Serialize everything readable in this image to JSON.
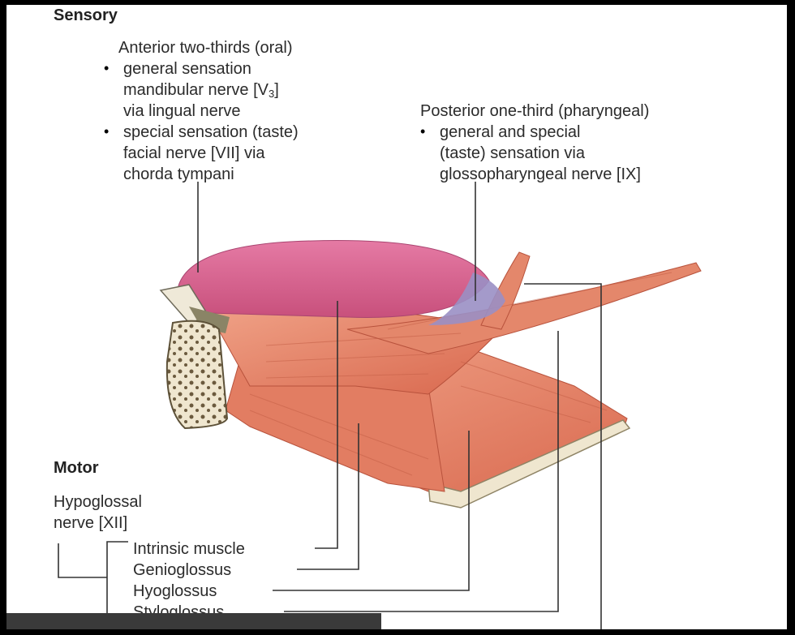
{
  "sensory": {
    "heading": "Sensory",
    "anterior": {
      "title": "Anterior two-thirds (oral)",
      "bullet1_line1": "general sensation",
      "bullet1_line2_pre": "mandibular nerve [V",
      "bullet1_line2_sub": "3",
      "bullet1_line2_post": "]",
      "bullet1_line3": "via lingual nerve",
      "bullet2_line1": "special sensation (taste)",
      "bullet2_line2": "facial nerve [VII] via",
      "bullet2_line3": "chorda tympani"
    },
    "posterior": {
      "title": "Posterior one-third (pharyngeal)",
      "bullet1_line1": "general and special",
      "bullet1_line2": "(taste) sensation via",
      "bullet1_line3": "glossopharyngeal nerve [IX]"
    }
  },
  "motor": {
    "heading": "Motor",
    "nerve_line1": "Hypoglossal",
    "nerve_line2": "nerve [XII]",
    "muscles": [
      "Intrinsic muscle",
      "Genioglossus",
      "Hyoglossus",
      "Styloglossus"
    ]
  },
  "colors": {
    "tongue_pink": "#d9638e",
    "posterior_blue": "#9a8fc4",
    "muscle": "#e9876c",
    "bone": "#efe6cf",
    "leader_line": "#333333",
    "frame": "#000000"
  }
}
